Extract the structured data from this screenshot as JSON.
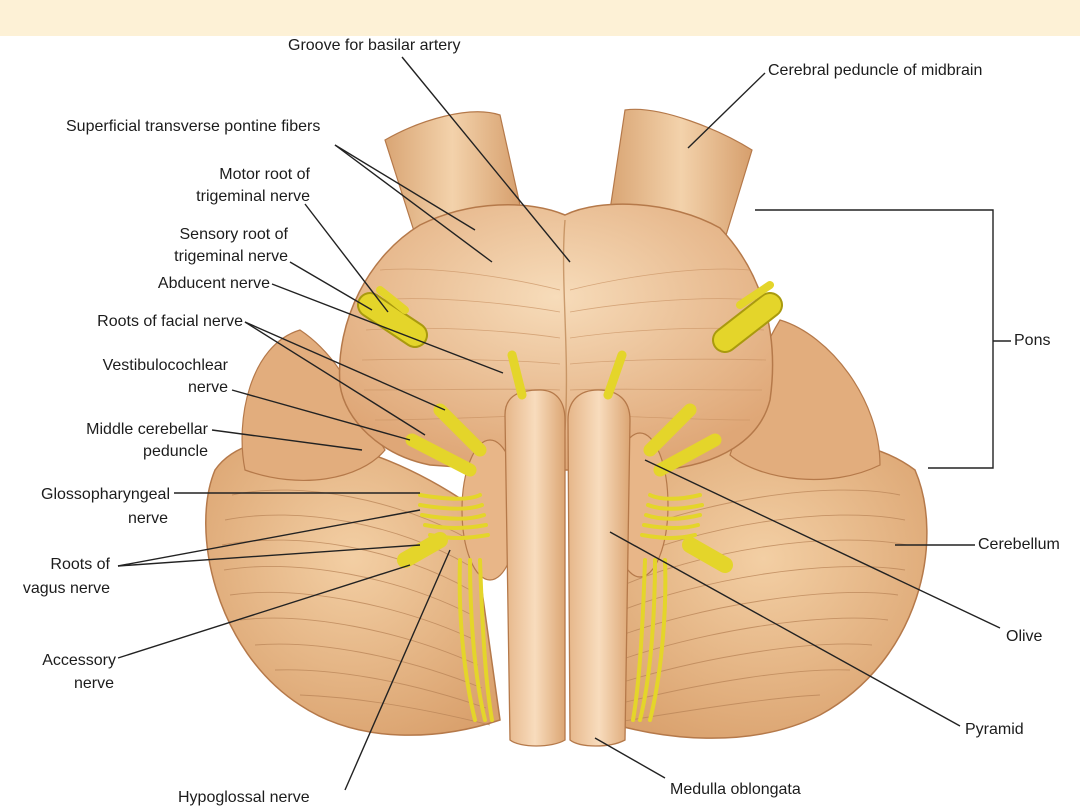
{
  "colors": {
    "banner": "#fdf1d6",
    "tissue": "#e8b98d",
    "tissue_dark": "#c68e5d",
    "tissue_light": "#f6d8b4",
    "nerve": "#e4d52a",
    "nerve_dark": "#a99a0e",
    "leader": "#222222"
  },
  "labels": {
    "groove": "Groove for basilar artery",
    "cerebral_peduncle": "Cerebral peduncle of midbrain",
    "superficial_fibers": "Superficial transverse pontine fibers",
    "motor_root_1": "Motor root of",
    "motor_root_2": "trigeminal nerve",
    "sensory_root_1": "Sensory root of",
    "sensory_root_2": "trigeminal nerve",
    "abducent": "Abducent nerve",
    "facial": "Roots of facial nerve",
    "vestibulo_1": "Vestibulocochlear",
    "vestibulo_2": "nerve",
    "middle_ped_1": "Middle cerebellar",
    "middle_ped_2": "peduncle",
    "glosso_1": "Glossopharyngeal",
    "glosso_2": "nerve",
    "vagus_1": "Roots of",
    "vagus_2": "vagus nerve",
    "accessory_1": "Accessory",
    "accessory_2": "nerve",
    "hypoglossal": "Hypoglossal nerve",
    "medulla": "Medulla oblongata",
    "pyramid": "Pyramid",
    "olive": "Olive",
    "cerebellum": "Cerebellum",
    "pons": "Pons"
  }
}
